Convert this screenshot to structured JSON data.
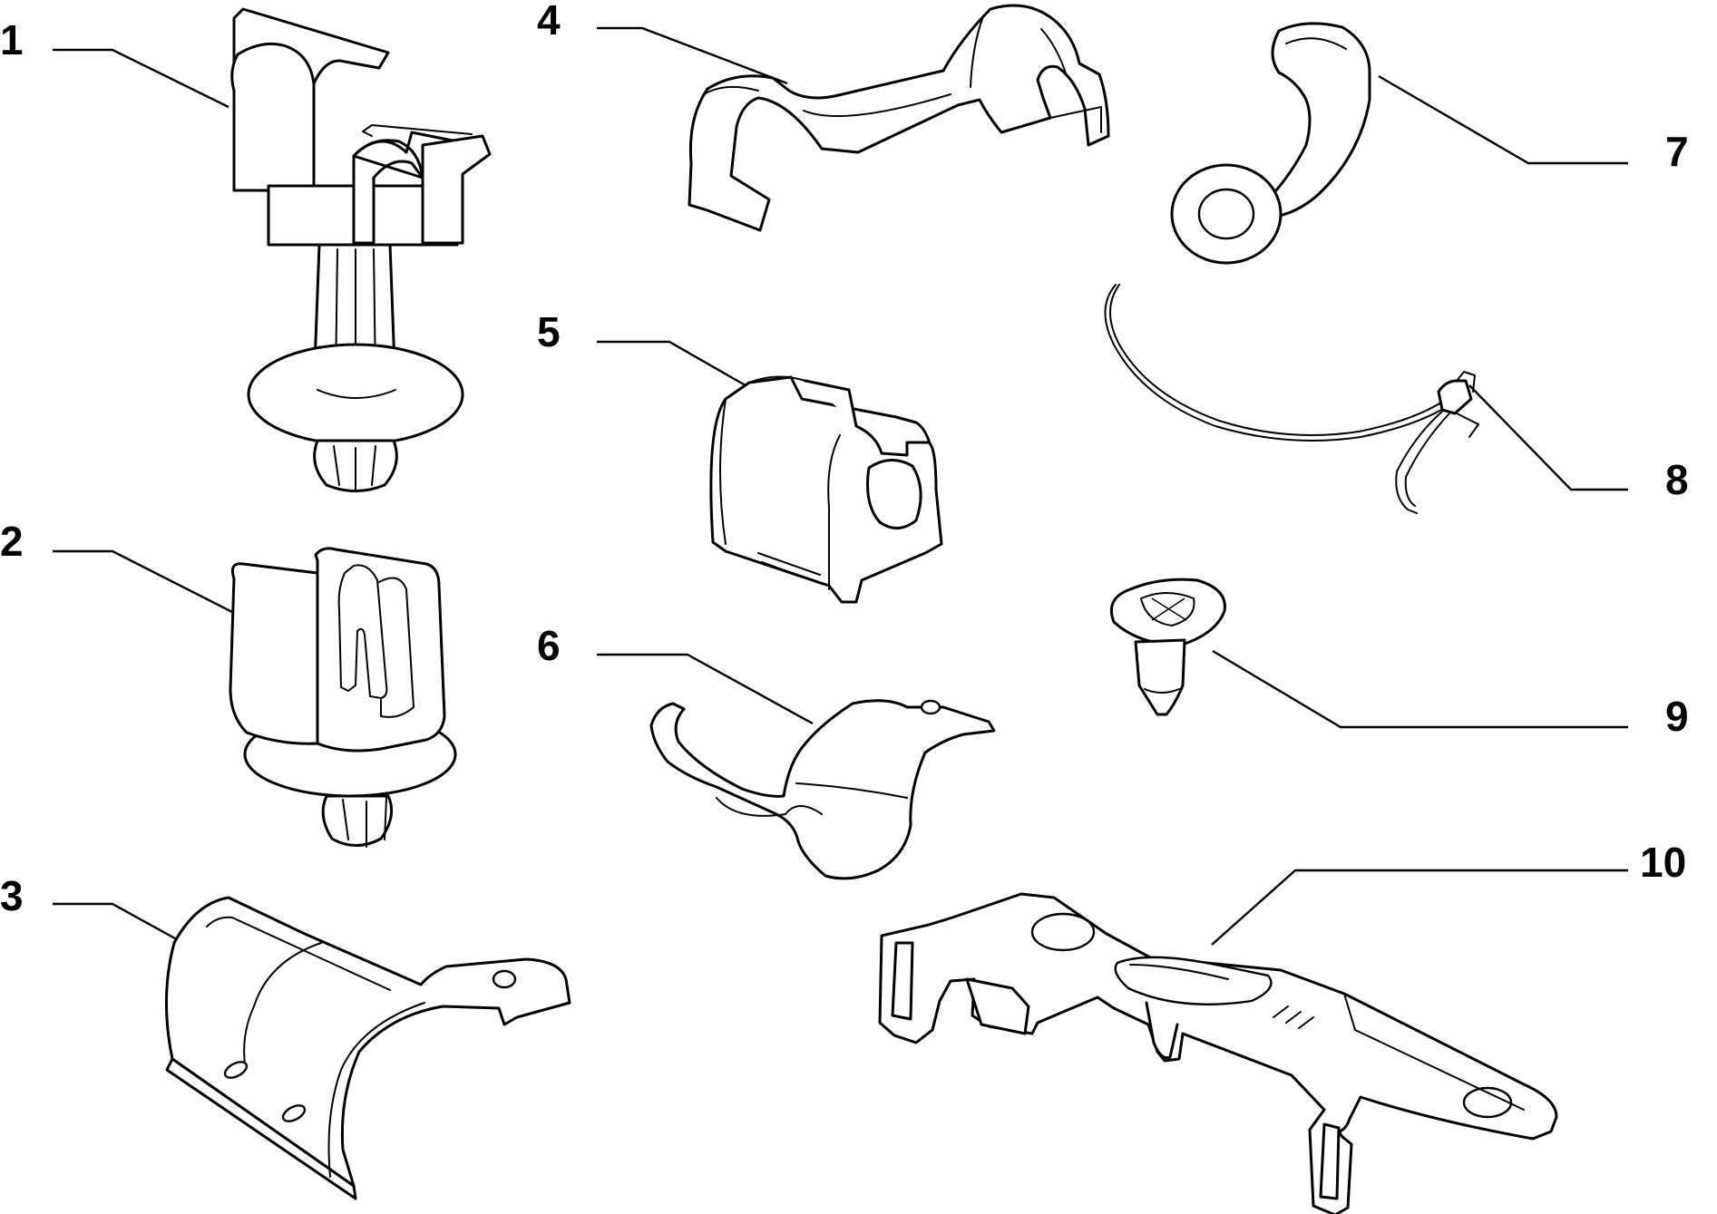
{
  "callouts": [
    {
      "label": "1"
    },
    {
      "label": "2"
    },
    {
      "label": "3"
    },
    {
      "label": "4"
    },
    {
      "label": "5"
    },
    {
      "label": "6"
    },
    {
      "label": "7"
    },
    {
      "label": "8"
    },
    {
      "label": "9"
    },
    {
      "label": "10"
    }
  ],
  "style": {
    "line_color": "#000000",
    "background": "#ffffff"
  }
}
